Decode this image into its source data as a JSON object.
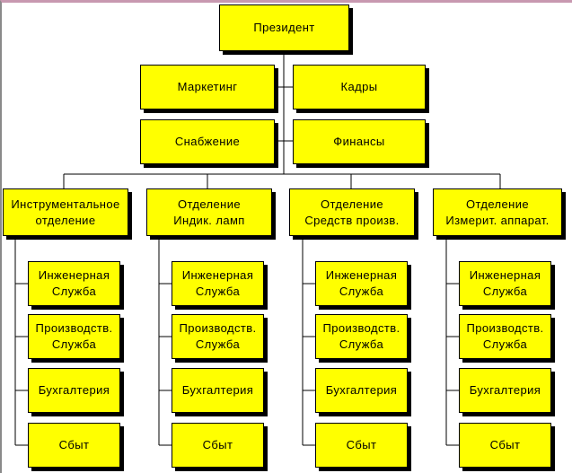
{
  "colors": {
    "box_fill": "#ffff00",
    "line": "#000000",
    "shadow": "#000000"
  },
  "president": "Президент",
  "staff": {
    "marketing": "Маркетинг",
    "hr": "Кадры",
    "supply": "Снабжение",
    "finance": "Финансы"
  },
  "divisions": [
    {
      "title": "Инструментальное\nотделение",
      "units": [
        "Инженерная\nСлужба",
        "Производств.\nСлужба",
        "Бухгалтерия",
        "Сбыт"
      ]
    },
    {
      "title": "Отделение\nИндик. ламп",
      "units": [
        "Инженерная\nСлужба",
        "Производств.\nСлужба",
        "Бухгалтерия",
        "Сбыт"
      ]
    },
    {
      "title": "Отделение\nСредств произв.",
      "units": [
        "Инженерная\nСлужба",
        "Производств.\nСлужба",
        "Бухгалтерия",
        "Сбыт"
      ]
    },
    {
      "title": "Отделение\nИзмерит. аппарат.",
      "units": [
        "Инженерная\nСлужба",
        "Производств.\nСлужба",
        "Бухгалтерия",
        "Сбыт"
      ]
    }
  ]
}
